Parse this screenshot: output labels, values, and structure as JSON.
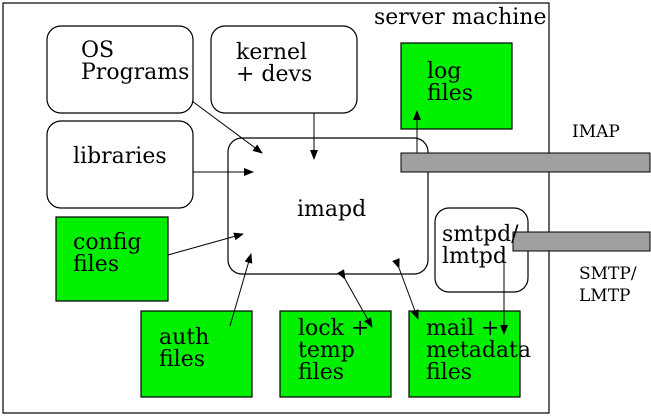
{
  "server_title": "server machine",
  "boxes": {
    "os_programs": "OS\nPrograms",
    "kernel": "kernel\n+ devs",
    "log_files": "log\nfiles",
    "libraries": "libraries",
    "imapd": "imapd",
    "config_files": "config\nfiles",
    "smtpd": "smtpd/\nlmtpd",
    "auth_files": "auth\nfiles",
    "lock_temp": "lock +\ntemp\nfiles",
    "mail_metadata": "mail +\nmetadata\nfiles"
  },
  "protocols": {
    "imap": "IMAP",
    "smtp": "SMTP/\nLMTP"
  },
  "colors": {
    "file_fill": "#00f000",
    "bar_fill": "#a0a0a0",
    "stroke": "#000000"
  }
}
